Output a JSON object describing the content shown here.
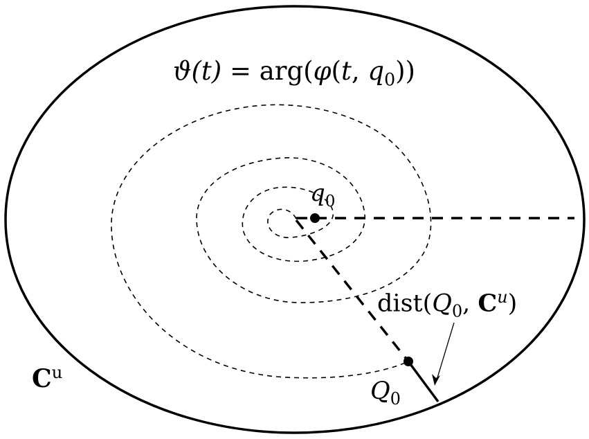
{
  "diagram": {
    "title_formula": {
      "lhs_symbol": "ϑ",
      "lhs_arg": "(t)",
      "equals": " = ",
      "func": "arg",
      "open": "(",
      "phi": "φ",
      "phi_args_open": "(",
      "t": "t",
      "comma": ", ",
      "q": "q",
      "q_sub": "0",
      "close": "))"
    },
    "center_point": {
      "symbol": "q",
      "subscript": "0"
    },
    "orbit_point": {
      "symbol": "Q",
      "subscript": "0"
    },
    "distance_label": {
      "func": "dist",
      "open": "(",
      "Q": "Q",
      "Q_sub": "0",
      "comma": ", ",
      "C": "C",
      "C_sup": "u",
      "close": ")"
    },
    "region_label": {
      "symbol": "C",
      "superscript": "u"
    },
    "colors": {
      "stroke": "#000000",
      "background": "#ffffff"
    }
  }
}
